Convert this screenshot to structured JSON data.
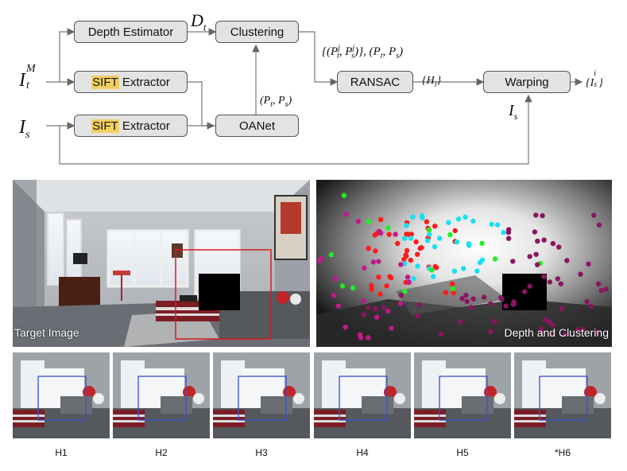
{
  "pipeline": {
    "depth_estimator": "Depth Estimator",
    "sift_highlight": "SIFT",
    "extractor_suffix": " Extractor",
    "oanet": "OANet",
    "clustering": "Clustering",
    "ransac": "RANSAC",
    "warping": "Warping",
    "labels": {
      "input_target": "I",
      "input_target_sup": "M",
      "input_target_sub": "t",
      "input_source": "I",
      "input_source_sub": "s",
      "depth": "D",
      "depth_sub": "t",
      "pairs_cluster": "{(P",
      "pairs_j": "j",
      "pairs_t": "t",
      "pairs_mid": ", P",
      "pairs_s": "s",
      "pairs_close": ")}, (P",
      "pairs_tail_t": "t",
      "pairs_tail_mid": ", P",
      "pairs_tail_s": "s",
      "pairs_end": ")",
      "oanet_out": "(P",
      "oanet_out_t": "t",
      "oanet_out_mid": ", P",
      "oanet_out_s": "s",
      "oanet_out_end": ")",
      "homographies": "{H",
      "homographies_sub": "i",
      "homographies_end": "}",
      "warped": "{I",
      "warped_sup": "i",
      "warped_sub": "s",
      "warped_end": "}",
      "is_label": "I",
      "is_label_sub": "s"
    }
  },
  "panels": {
    "target_label": "Target Image",
    "depth_label": "Depth and Clustering"
  },
  "homography_labels": [
    "H1",
    "H2",
    "H3",
    "H4",
    "H5",
    "*H6"
  ],
  "colors": {
    "box_fill": "#e3e3e3",
    "highlight": "#f2cf63",
    "red_box": "#d81b1b",
    "blue_box": "#3a4fd8",
    "cluster_red": "#ff1a1a",
    "cluster_cyan": "#19e0f0",
    "cluster_green": "#22ee22",
    "cluster_magenta": "#c01a8c",
    "cluster_purple": "#8a1560"
  }
}
